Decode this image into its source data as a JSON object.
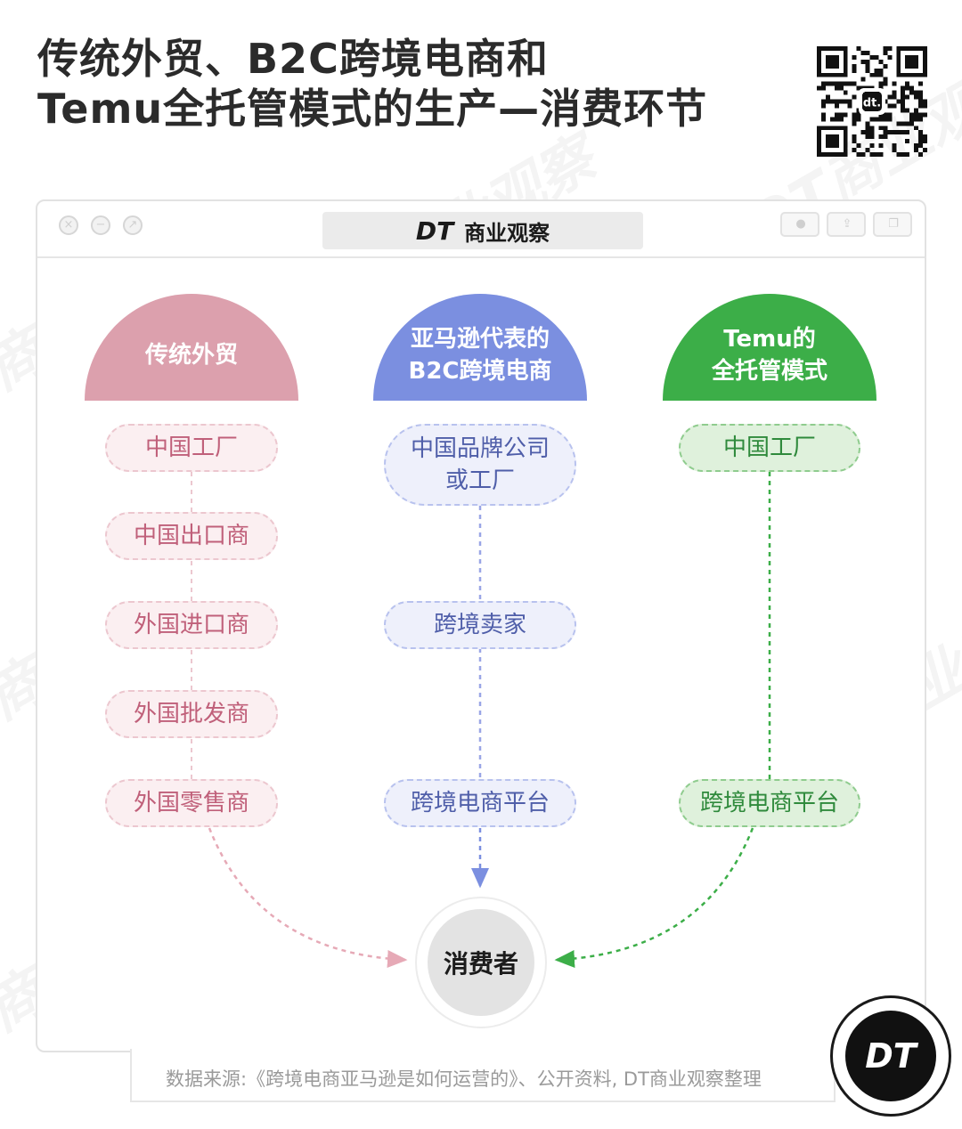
{
  "title": {
    "line1": "传统外贸、B2C跨境电商和",
    "line2": "Temu全托管模式的生产—消费环节"
  },
  "window": {
    "tab_logo": "DT",
    "tab_label": "商业观察"
  },
  "columns": [
    {
      "header": "传统外贸",
      "color": "#dca0ad",
      "nodes": [
        "中国工厂",
        "中国出口商",
        "外国进口商",
        "外国批发商",
        "外国零售商"
      ]
    },
    {
      "header": "亚马逊代表的\nB2C跨境电商",
      "color": "#7b8fe0",
      "nodes": [
        "中国品牌公司\n或工厂",
        "跨境卖家",
        "跨境电商平台"
      ]
    },
    {
      "header": "Temu的\n全托管模式",
      "color": "#3cae48",
      "nodes": [
        "中国工厂",
        "跨境电商平台"
      ]
    }
  ],
  "consumer": "消费者",
  "source": "数据来源:《跨境电商亚马逊是如何运营的》、公开资料, DT商业观察整理",
  "badge": "DT",
  "watermark": "DT商业观察"
}
